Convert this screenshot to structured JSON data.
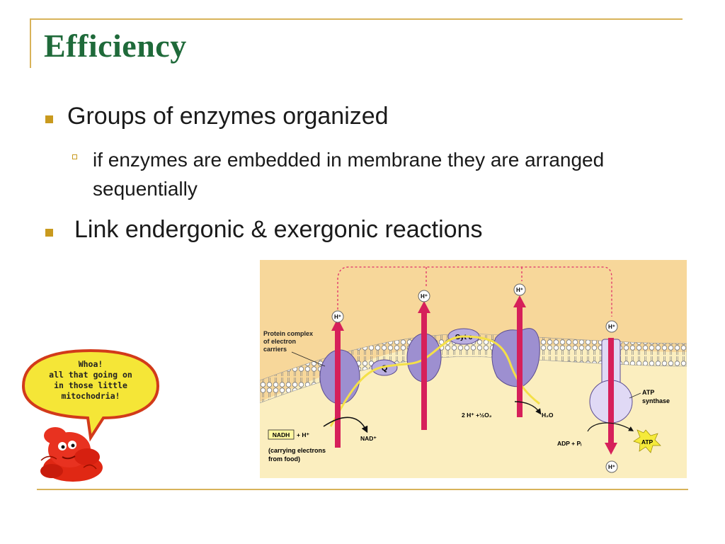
{
  "slide": {
    "title": "Efficiency",
    "bullets": [
      {
        "text": "Groups of enzymes organized"
      },
      {
        "text": "if enzymes are embedded in membrane they are arranged sequentially"
      },
      {
        "text": "Link endergonic & exergonic reactions"
      }
    ]
  },
  "diagram": {
    "labels": {
      "protein_complex": [
        "Protein complex",
        "of electron",
        "carriers"
      ],
      "cyt_c": "Cyt c",
      "q": "Q",
      "h_plus": "H⁺",
      "nadh": "NADH",
      "nadh_plus": "+ H⁺",
      "nad_plus": "NAD⁺",
      "carrying": [
        "(carrying electrons",
        "from food)"
      ],
      "water_reaction": "2 H⁺ +½O₂",
      "water": "H₂O",
      "atp_synthase": [
        "ATP",
        "synthase"
      ],
      "adp": "ADP + Pᵢ",
      "atp": "ATP"
    },
    "colors": {
      "background": "#f7d79a",
      "matrix": "#fbeebf",
      "protein": "#9d8fd0",
      "proton_arrow": "#d6205a"
    }
  },
  "cartoon": {
    "speech": [
      "Whoa!",
      "all that going on",
      "in those little",
      "mitochodria!"
    ]
  }
}
